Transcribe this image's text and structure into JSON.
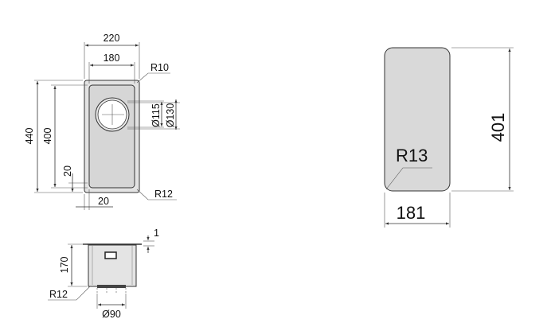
{
  "top_view": {
    "outer_width": "220",
    "inner_width": "180",
    "corner_radius_top": "R10",
    "outer_height": "440",
    "inner_height": "400",
    "hole_dia_inner": "Ø115",
    "hole_dia_outer": "Ø130",
    "offset_vertical": "20",
    "offset_horizontal": "20",
    "corner_radius_bottom": "R12"
  },
  "side_view": {
    "flange": "1",
    "depth": "170",
    "corner_radius": "R12",
    "drain_dia": "Ø90"
  },
  "cutout_view": {
    "height": "401",
    "width": "181",
    "corner_radius": "R13"
  },
  "colors": {
    "bowl_fill": "#dcdcdc",
    "inner_fill": "#d4d4d4",
    "line": "#333333"
  }
}
